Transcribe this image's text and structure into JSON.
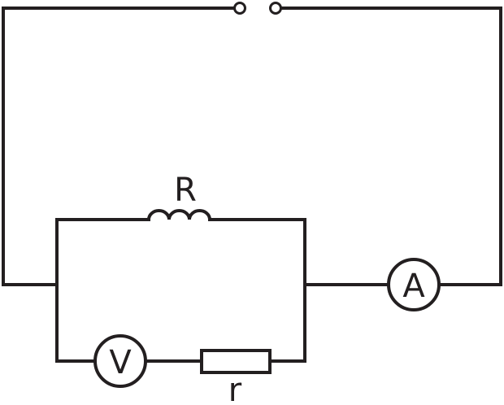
{
  "colors": {
    "line": "#231f20",
    "background": "#ffffff"
  },
  "labels": {
    "inductor": "R",
    "resistor": "r",
    "voltmeter": "V",
    "ammeter": "A"
  },
  "components": {
    "switch_terminals": {
      "icon": "open-terminal-pair-icon"
    },
    "inductor": {
      "icon": "coil-icon"
    },
    "resistor": {
      "icon": "resistor-box-icon"
    },
    "voltmeter": {
      "icon": "circle-meter-icon"
    },
    "ammeter": {
      "icon": "circle-meter-icon"
    }
  }
}
